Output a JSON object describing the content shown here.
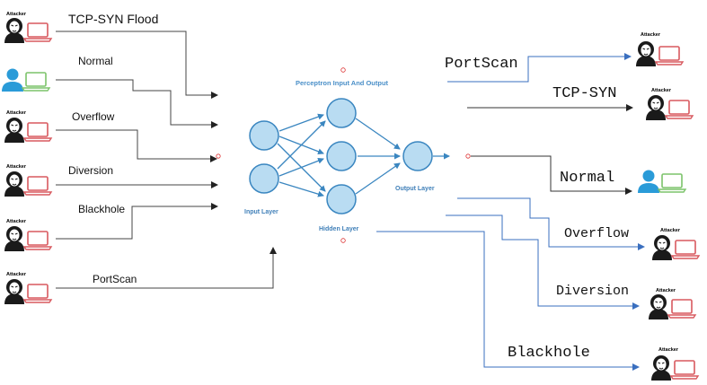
{
  "left_labels": {
    "tcp_syn_flood": "TCP-SYN Flood",
    "normal": "Normal",
    "overflow": "Overflow",
    "diversion": "Diversion",
    "blackhole": "Blackhole",
    "portscan": "PortScan"
  },
  "right_labels": {
    "portscan": "PortScan",
    "tcp_syn": "TCP-SYN",
    "normal": "Normal",
    "overflow": "Overflow",
    "diversion": "Diversion",
    "blackhole": "Blackhole"
  },
  "network": {
    "title": "Perceptron Input And Output",
    "input_layer": "Input Layer",
    "hidden_layer": "Hidden Layer",
    "output_layer": "Output Layer"
  },
  "attacker_caption": "Attacker",
  "colors": {
    "attacker_laptop": "#d8595f",
    "normal_laptop": "#7cc36a",
    "user_icon": "#2a9bd8",
    "node_fill": "#b9dcf2",
    "node_stroke": "#3a86c0",
    "right_arrow": "#3a6fbf"
  }
}
